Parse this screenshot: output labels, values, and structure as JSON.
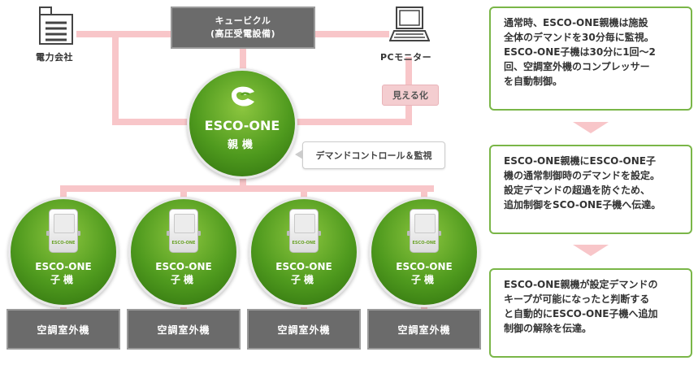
{
  "nodes": {
    "power_company": {
      "label": "電力会社",
      "icon": "building-icon"
    },
    "cubicle": {
      "line1": "キュービクル",
      "line2": "(高圧受電設備)"
    },
    "pc_monitor": {
      "label": "PCモニター",
      "icon": "computer-monitor-icon"
    },
    "visualize_tag": "見える化",
    "demand_callout": "デマンドコントロール＆監視",
    "parent": {
      "name": "ESCO-ONE",
      "role": "親機",
      "icon": "esco-logo-icon"
    },
    "children": [
      {
        "name": "ESCO-ONE",
        "role": "子機",
        "device_label": "ESCO-ONE"
      },
      {
        "name": "ESCO-ONE",
        "role": "子機",
        "device_label": "ESCO-ONE"
      },
      {
        "name": "ESCO-ONE",
        "role": "子機",
        "device_label": "ESCO-ONE"
      },
      {
        "name": "ESCO-ONE",
        "role": "子機",
        "device_label": "ESCO-ONE"
      }
    ],
    "units": [
      {
        "label": "空調室外機"
      },
      {
        "label": "空調室外機"
      },
      {
        "label": "空調室外機"
      },
      {
        "label": "空調室外機"
      }
    ]
  },
  "steps": [
    {
      "lines": [
        "通常時、ESCO-ONE親機は施設",
        "全体のデマンドを30分毎に監視。",
        "ESCO-ONE子機は30分に1回〜2",
        "回、空調室外機のコンプレッサー",
        "を自動制御。"
      ]
    },
    {
      "lines": [
        "ESCO-ONE親機にESCO-ONE子",
        "機の通常制御時のデマンドを設定。",
        "設定デマンドの超過を防ぐため、",
        "追加制御をSCO-ONE子機へ伝達。"
      ]
    },
    {
      "lines": [
        "ESCO-ONE親機が設定デマンドの",
        "キープが可能になったと判断する",
        "と自動的にESCO-ONE子機へ追加",
        "制御の解除を伝達。"
      ]
    }
  ],
  "colors": {
    "connector": "#f8c6c9",
    "green_circle": "#4f9a1e",
    "green_border": "#7ab648",
    "dark_box": "#6b6b6b"
  }
}
